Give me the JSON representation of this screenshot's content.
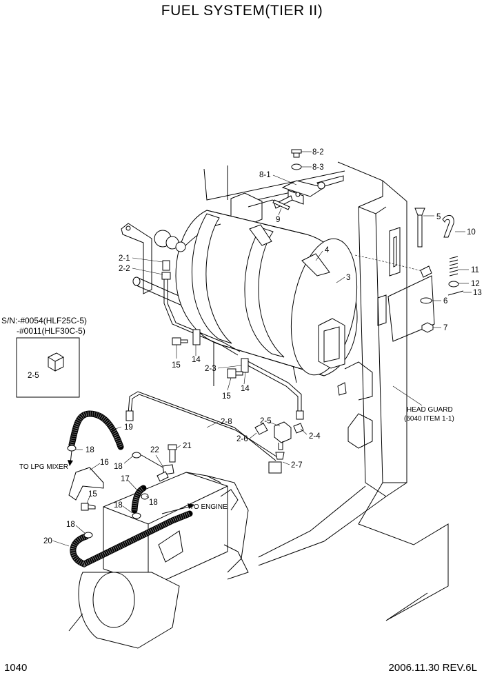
{
  "title": "FUEL SYSTEM(TIER II)",
  "page_number": "1040",
  "revision": "2006.11.30  REV.6L",
  "serial_note": {
    "line1": "S/N:-#0054(HLF25C-5)",
    "line2": "-#0011(HLF30C-5)",
    "inset_part": "2-5"
  },
  "annotations": {
    "to_lpg_mixer": "TO  LPG MIXER",
    "to_engine": "TO ENGINE",
    "head_guard_1": "HEAD GUARD",
    "head_guard_2": "(6040 ITEM 1-1)"
  },
  "callouts": {
    "c8_2": "8-2",
    "c8_3": "8-3",
    "c8_1": "8-1",
    "c9": "9",
    "c5": "5",
    "c10": "10",
    "c4": "4",
    "c3": "3",
    "c2_1": "2-1",
    "c2_2": "2-2",
    "c11": "11",
    "c12": "12",
    "c13": "13",
    "c6": "6",
    "c7": "7",
    "c15a": "15",
    "c14a": "14",
    "c2_3": "2-3",
    "c15b": "15",
    "c14b": "14",
    "c2_5": "2-5",
    "c2_6": "2-6",
    "c2_4": "2-4",
    "c2_7": "2-7",
    "c2_8": "2-8",
    "c19": "19",
    "c18a": "18",
    "c21": "21",
    "c22": "22",
    "c18b": "18",
    "c16": "16",
    "c17": "17",
    "c15c": "15",
    "c18c": "18",
    "c18d": "18",
    "c18e": "18",
    "c20": "20"
  }
}
